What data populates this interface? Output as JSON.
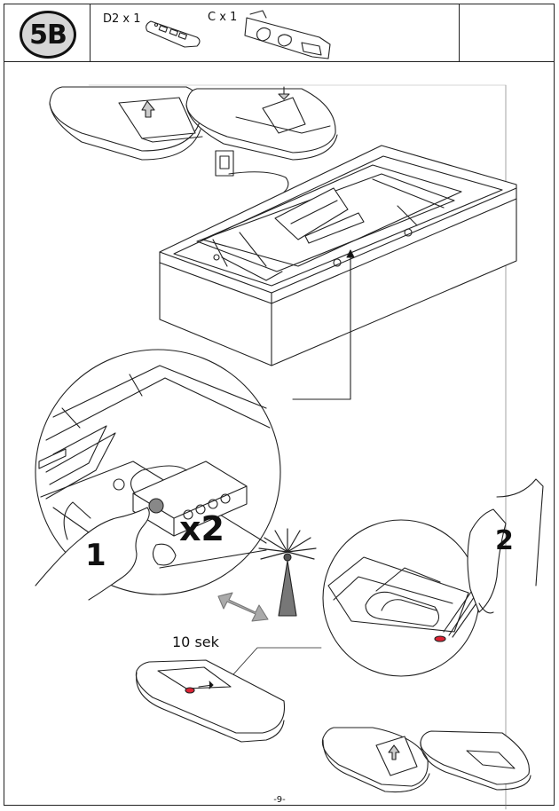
{
  "header": {
    "step_badge": "5B",
    "part_d_label": "D2 x 1",
    "part_c_label": "C x 1"
  },
  "steps": {
    "step1_number": "1",
    "step2_number": "2",
    "multiplier": "x2",
    "duration": "10 sek"
  },
  "footer": {
    "page_number": "-9-"
  }
}
